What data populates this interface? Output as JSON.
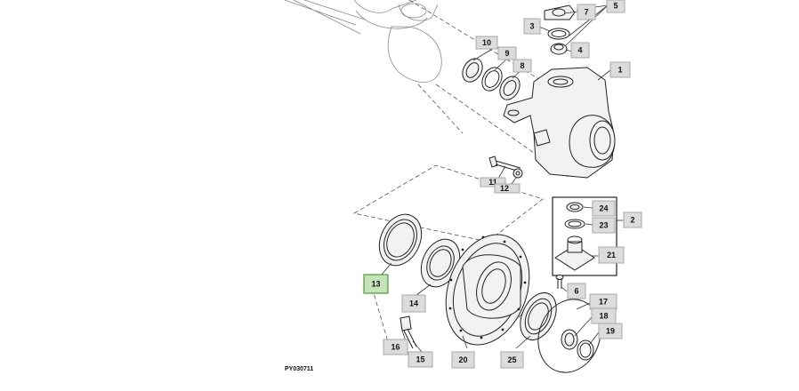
{
  "figure_id": "PY030711",
  "callouts": [
    {
      "id": "c1",
      "text": "1"
    },
    {
      "id": "c2",
      "text": "2"
    },
    {
      "id": "c3",
      "text": "3"
    },
    {
      "id": "c4",
      "text": "4"
    },
    {
      "id": "c5",
      "text": "5"
    },
    {
      "id": "c6",
      "text": "6"
    },
    {
      "id": "c7",
      "text": "7"
    },
    {
      "id": "c8",
      "text": "8"
    },
    {
      "id": "c9",
      "text": "9"
    },
    {
      "id": "c10",
      "text": "10"
    },
    {
      "id": "c11",
      "text": "11"
    },
    {
      "id": "c12",
      "text": "12"
    },
    {
      "id": "c13",
      "text": "13",
      "selected": true
    },
    {
      "id": "c14",
      "text": "14"
    },
    {
      "id": "c15",
      "text": "15"
    },
    {
      "id": "c16",
      "text": "16"
    },
    {
      "id": "c17",
      "text": "17"
    },
    {
      "id": "c18",
      "text": "18"
    },
    {
      "id": "c19",
      "text": "19"
    },
    {
      "id": "c20",
      "text": "20"
    },
    {
      "id": "c21",
      "text": "21"
    },
    {
      "id": "c23",
      "text": "23"
    },
    {
      "id": "c24",
      "text": "24"
    },
    {
      "id": "c25",
      "text": "25"
    }
  ],
  "colors": {
    "callout_fill": "#dcdcdc",
    "callout_border": "#a8a8a8",
    "selected_fill": "#c6e2b8",
    "selected_border": "#4d9a3a",
    "line": "#222222"
  }
}
